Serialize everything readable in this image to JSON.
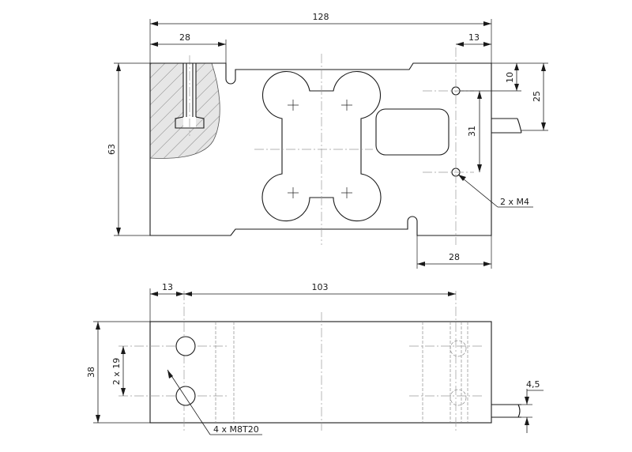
{
  "top_view": {
    "dims": {
      "overall_length": "128",
      "left_section": "28",
      "right_offset": "13",
      "height": "63",
      "hole_offset_top": "10",
      "cable_offset": "25",
      "hole_spacing": "31",
      "bottom_right": "28"
    },
    "callout_holes": "2 x M4"
  },
  "side_view": {
    "dims": {
      "left_offset": "13",
      "hole_span": "103",
      "height": "38",
      "hole_spacing": "2 x 19",
      "cable_dia": "4,5"
    },
    "callout_threads": "4 x M8T20"
  },
  "colors": {
    "line": "#1a1a1a",
    "hatch_fill": "#e6e6e6",
    "center_line": "#9a9a9a"
  }
}
